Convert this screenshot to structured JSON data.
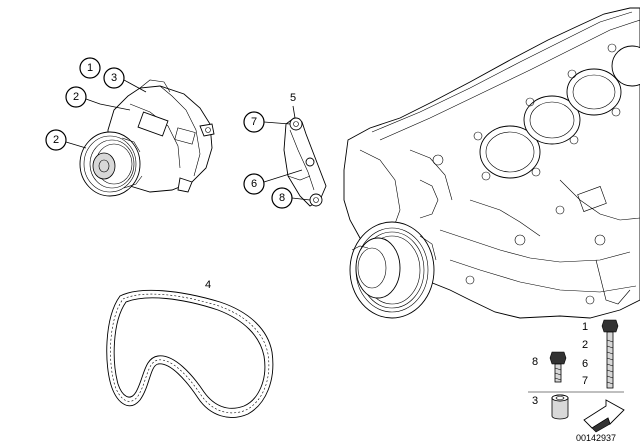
{
  "callouts": {
    "c1": "1",
    "c3": "3",
    "c2a": "2",
    "c2b": "2",
    "c7": "7",
    "c5": "5",
    "c6": "6",
    "c8": "8",
    "c4": "4"
  },
  "legend": {
    "l1": "1",
    "l2": "2",
    "l6": "6",
    "l7": "7",
    "l8": "8",
    "l3": "3"
  },
  "reference": "00142937"
}
